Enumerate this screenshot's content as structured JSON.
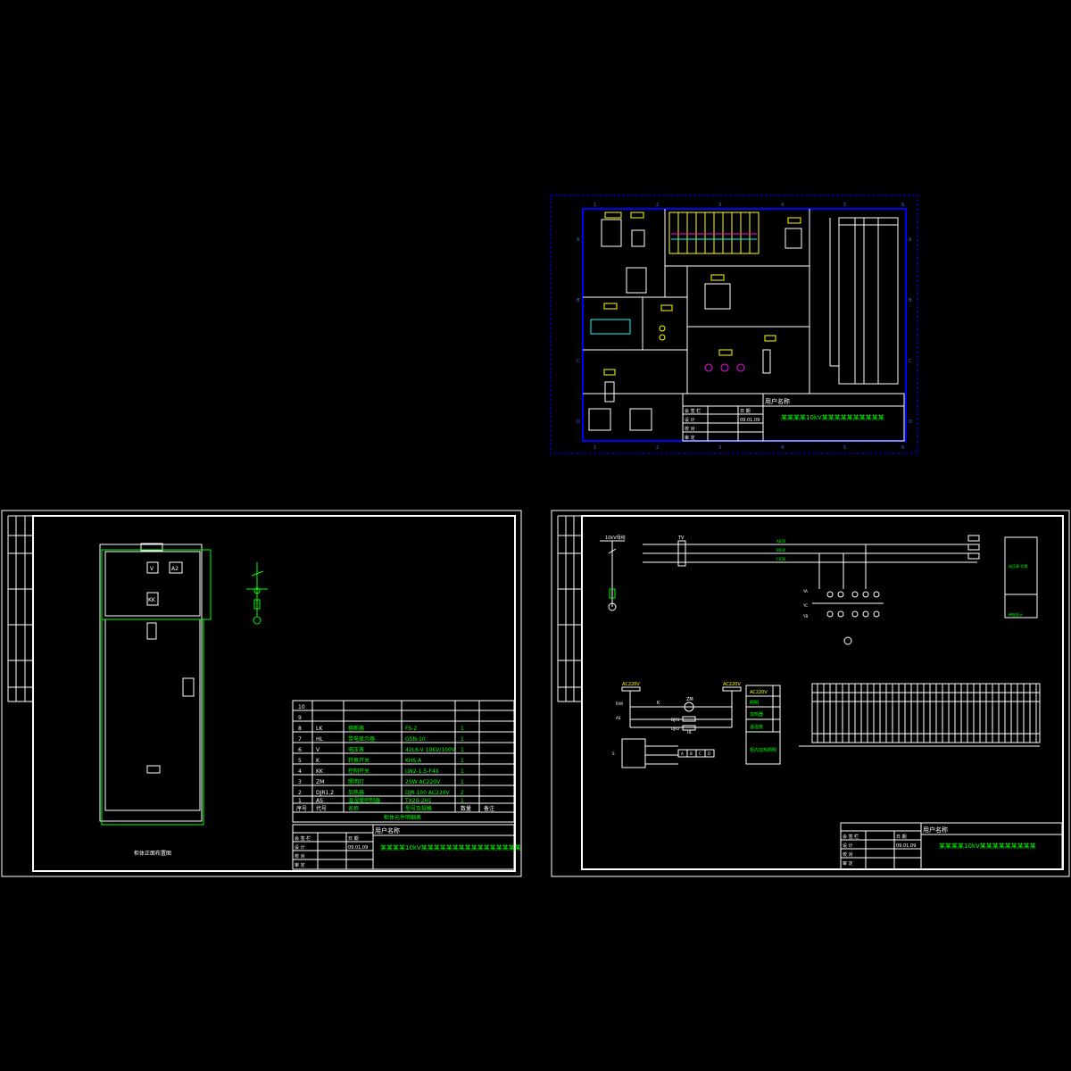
{
  "colors": {
    "background": "#000000",
    "frame": "#ffffff",
    "text_green": "#00ff00",
    "text_yellow": "#ffff00",
    "border_blue": "#0000ff",
    "wire_magenta": "#ff00ff",
    "terminal_cyan": "#00ffff"
  },
  "sheet_top": {
    "title_block": {
      "user_label": "用户名称",
      "rows": [
        [
          "会 签 栏",
          "日 期"
        ],
        [
          "设 计",
          "09.01.09"
        ],
        [
          "校 对",
          ""
        ],
        [
          "审 定",
          ""
        ]
      ],
      "drawing_title": "某某某某10kV某某某某某某某某某某"
    },
    "zone_numbers": [
      "1",
      "2",
      "3",
      "4",
      "5",
      "6"
    ],
    "zone_letters": [
      "A",
      "B",
      "C",
      "D"
    ]
  },
  "sheet_left": {
    "cabinet_labels": {
      "meter_v": "V",
      "meter_a": "A2",
      "switch_k": "KK",
      "front_caption": "柜体正面布置图"
    },
    "parts_table": {
      "rows": [
        [
          "10",
          "",
          "",
          "",
          "",
          ""
        ],
        [
          "9",
          "",
          "",
          "",
          "",
          ""
        ],
        [
          "8",
          "LK",
          "熔断器",
          "FS-2",
          "1",
          ""
        ],
        [
          "7",
          "HL",
          "带电显示器",
          "GSN-10",
          "1",
          ""
        ],
        [
          "6",
          "V",
          "电压表",
          "42L6-V  10KV/100V",
          "1",
          ""
        ],
        [
          "5",
          "K",
          "转换开关",
          "KHS-A",
          "1",
          ""
        ],
        [
          "4",
          "KK",
          "控制开关",
          "LW2-1.5-F4X",
          "1",
          ""
        ],
        [
          "3",
          "ZM",
          "照明灯",
          "25W  AC220V",
          "1",
          ""
        ],
        [
          "2",
          "DJR1,2",
          "加热器",
          "DJR-100 AC220V",
          "2",
          ""
        ],
        [
          "1",
          "AS",
          "温湿度控制器",
          "TX20-2H1",
          "1",
          ""
        ]
      ],
      "header": [
        "序号",
        "代号",
        "名称",
        "型号及规格",
        "数量",
        "备注"
      ],
      "footer": "柜体元件明细表"
    },
    "title_block": {
      "user_label": "用户名称",
      "rows": [
        [
          "会 签 栏",
          "日 期"
        ],
        [
          "设 计",
          "09.01.09"
        ],
        [
          "校 对",
          ""
        ],
        [
          "审 定",
          ""
        ]
      ],
      "drawing_title": "某某某某10kV某某某某某某某某某某某某某某某某"
    }
  },
  "sheet_right": {
    "labels": {
      "incoming": "10kV母线",
      "tv": "TV",
      "ac_left": "AC220V",
      "ac_right": "AC220V",
      "k_label": "K",
      "zm_label": "ZM",
      "djr1": "DJR1",
      "djr2": "DJR2",
      "hl_label": "HL",
      "rw": "R/W",
      "as_label": "AS",
      "s_label": "S",
      "abcd": [
        "A",
        "B",
        "C",
        "D"
      ],
      "bus_a": "A630",
      "bus_b": "B630",
      "bus_c": "C630",
      "phase_ya": "YA",
      "phase_yc": "YC",
      "phase_yb": "YB"
    },
    "side_box": [
      "电压表-切换",
      "带电显示"
    ],
    "legend_box": [
      "AC220V",
      "照明",
      "加热器",
      "温湿度",
      "柜内加热照明"
    ],
    "title_block": {
      "user_label": "用户名称",
      "rows": [
        [
          "会 签 栏",
          "日 期"
        ],
        [
          "设 计",
          "09.01.09"
        ],
        [
          "校 对",
          ""
        ],
        [
          "审 定",
          ""
        ]
      ],
      "drawing_title": "某某某某10kV某某某某某某某某某"
    }
  }
}
